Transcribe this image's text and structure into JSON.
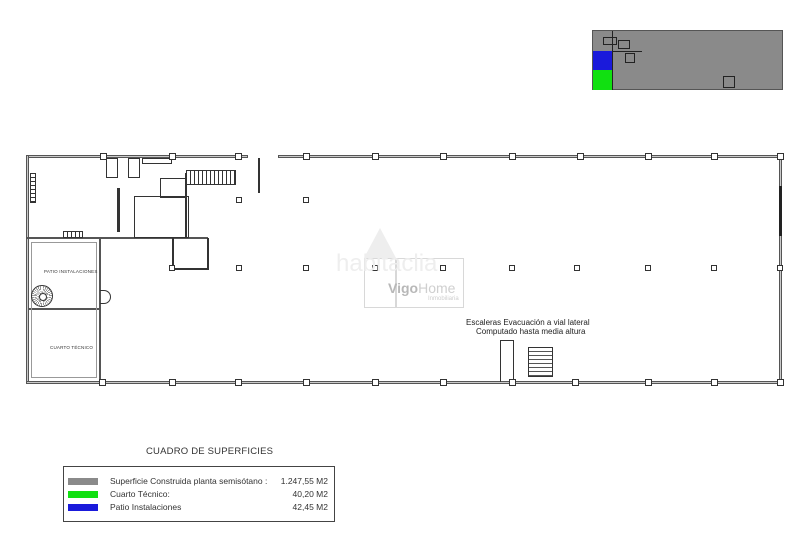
{
  "plan": {
    "room_labels": {
      "patio": "PATIO INSTALACIONES",
      "cuarto": "CUARTO TÉCNICO"
    },
    "note": {
      "line1": "Escaleras Evacuación a vial lateral",
      "line2": "Computado hasta media altura"
    }
  },
  "watermark": {
    "brand_main": "Vigo",
    "brand_accent": "Home",
    "brand_sub": "Inmobiliaria",
    "faded_text": "habitaclia"
  },
  "key_plan": {
    "colors": {
      "built": "#8a8a8a",
      "patio": "#1a1adb",
      "cuarto": "#11e011"
    }
  },
  "legend": {
    "title": "CUADRO DE SUPERFICIES",
    "rows": [
      {
        "label": "Superficie Construida planta semisótano :",
        "value": "1.247,55 M2",
        "color": "#8a8a8a"
      },
      {
        "label": "Cuarto Técnico:",
        "value": "40,20 M2",
        "color": "#11e011"
      },
      {
        "label": "Patio Instalaciones",
        "value": "42,45 M2",
        "color": "#1a1adb"
      }
    ]
  }
}
